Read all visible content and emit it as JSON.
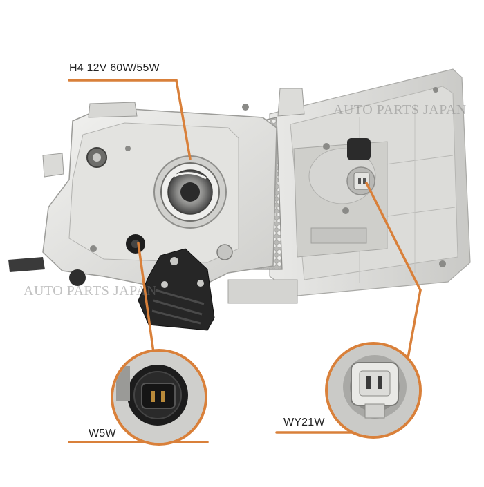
{
  "watermarks": [
    "AUTO PARTS JAPAN",
    "AUTO PARTS JAPAN"
  ],
  "callouts": {
    "headlight_bulb": "H4 12V 60W/55W",
    "position_bulb": "W5W",
    "turn_signal_bulb": "WY21W"
  },
  "colors": {
    "callout_line": "#d9803a",
    "housing": "#e6e6e4",
    "connector_dark": "#1e1e1e"
  }
}
